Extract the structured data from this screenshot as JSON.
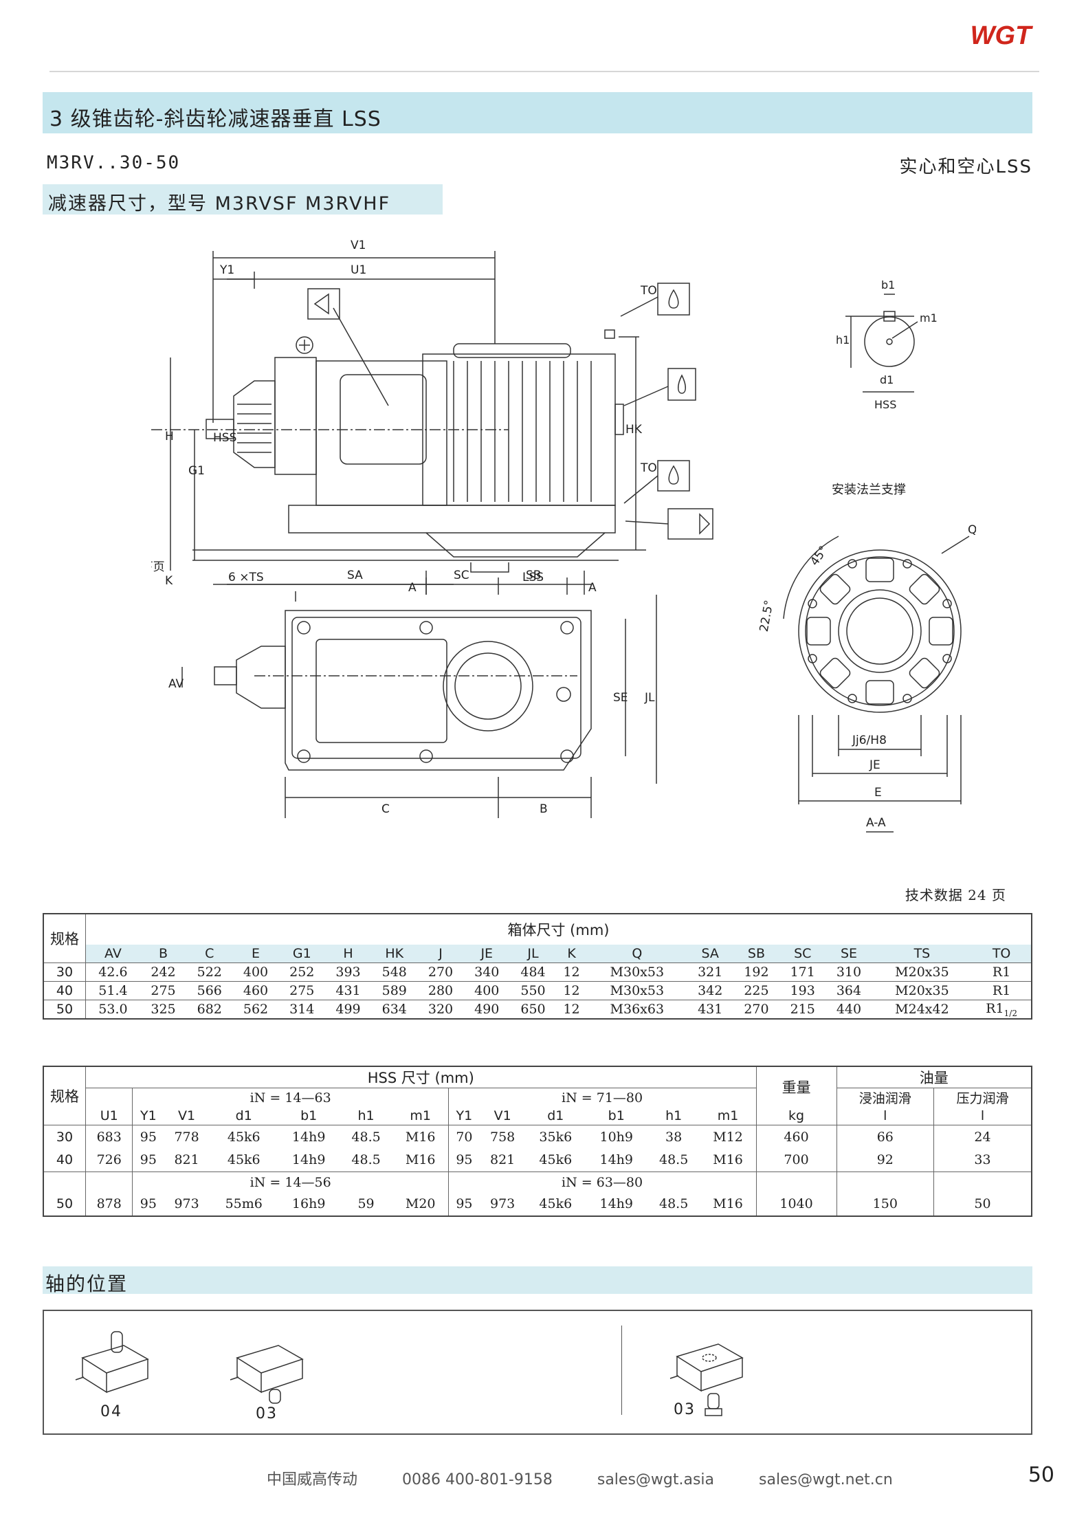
{
  "brand": {
    "logo_text": "WGT",
    "color": "#d0261c"
  },
  "header": {
    "title": "3 级锥齿轮-斜齿轮减速器垂直 LSS",
    "model_range": "M3RV..30-50",
    "shaft_note": "实心和空心LSS",
    "subtitle": "减速器尺寸，型号 M3RVSF   M3RVHF"
  },
  "drawing": {
    "dims_top": [
      "V1",
      "U1",
      "Y1",
      "TO",
      "TO",
      "H",
      "G1",
      "HSS",
      "HK",
      "K",
      "A",
      "A",
      "LSS"
    ],
    "lss_note": "LSS 型号见下页",
    "dims_plan": [
      "6 ×TS",
      "SA",
      "SC",
      "SB",
      "AV",
      "SE",
      "JL",
      "C",
      "B"
    ],
    "shaft_detail": [
      "b1",
      "m1",
      "h1",
      "d1",
      "HSS"
    ],
    "flange_title": "安装法兰支撑",
    "flange_dims": [
      "Q",
      "45°",
      "22.5°",
      "Jj6/H8",
      "JE",
      "E",
      "A-A"
    ]
  },
  "ref_note": "技术数据 24 页",
  "table1": {
    "spec_label": "规格",
    "group_title": "箱体尺寸 (mm)",
    "columns": [
      "AV",
      "B",
      "C",
      "E",
      "G1",
      "H",
      "HK",
      "J",
      "JE",
      "JL",
      "K",
      "Q",
      "SA",
      "SB",
      "SC",
      "SE",
      "TS",
      "TO"
    ],
    "rows": [
      {
        "size": "30",
        "values": [
          "42.6",
          "242",
          "522",
          "400",
          "252",
          "393",
          "548",
          "270",
          "340",
          "484",
          "12",
          "M30x53",
          "321",
          "192",
          "171",
          "310",
          "M20x35",
          "R1"
        ]
      },
      {
        "size": "40",
        "values": [
          "51.4",
          "275",
          "566",
          "460",
          "275",
          "431",
          "589",
          "280",
          "400",
          "550",
          "12",
          "M30x53",
          "342",
          "225",
          "193",
          "364",
          "M20x35",
          "R1"
        ]
      },
      {
        "size": "50",
        "values": [
          "53.0",
          "325",
          "682",
          "562",
          "314",
          "499",
          "634",
          "320",
          "490",
          "650",
          "12",
          "M36x63",
          "431",
          "270",
          "215",
          "440",
          "M24x42",
          "R1"
        ]
      }
    ],
    "last_to_suffix": "1/2"
  },
  "table2": {
    "spec_label": "规格",
    "hss_title": "HSS 尺寸 (mm)",
    "weight_label": "重量",
    "weight_unit": "kg",
    "oil_title": "油量",
    "oil_cols": [
      "浸油润滑",
      "压力润滑"
    ],
    "oil_units": [
      "l",
      "l"
    ],
    "ratio_a1": "iN  = 14—63",
    "ratio_b1": "iN  = 71—80",
    "ratio_a2": "iN  = 14—56",
    "ratio_b2": "iN  = 63—80",
    "columns": [
      "U1",
      "Y1",
      "V1",
      "d1",
      "b1",
      "h1",
      "m1",
      "Y1",
      "V1",
      "d1",
      "b1",
      "h1",
      "m1"
    ],
    "rows": [
      {
        "size": "30",
        "values": [
          "683",
          "95",
          "778",
          "45k6",
          "14h9",
          "48.5",
          "M16",
          "70",
          "758",
          "35k6",
          "10h9",
          "38",
          "M12"
        ],
        "weight": "460",
        "oil_dip": "66",
        "oil_press": "24"
      },
      {
        "size": "40",
        "values": [
          "726",
          "95",
          "821",
          "45k6",
          "14h9",
          "48.5",
          "M16",
          "95",
          "821",
          "45k6",
          "14h9",
          "48.5",
          "M16"
        ],
        "weight": "700",
        "oil_dip": "92",
        "oil_press": "33"
      },
      {
        "size": "50",
        "values": [
          "878",
          "95",
          "973",
          "55m6",
          "16h9",
          "59",
          "M20",
          "95",
          "973",
          "45k6",
          "14h9",
          "48.5",
          "M16"
        ],
        "weight": "1040",
        "oil_dip": "150",
        "oil_press": "50"
      }
    ]
  },
  "shaft_section": {
    "title": "轴的位置",
    "positions": [
      "04",
      "03",
      "03"
    ]
  },
  "footer": {
    "company": "中国威高传动",
    "phone": "0086  400-801-9158",
    "email1": "sales@wgt.asia",
    "email2": "sales@wgt.net.cn",
    "page": "50"
  }
}
